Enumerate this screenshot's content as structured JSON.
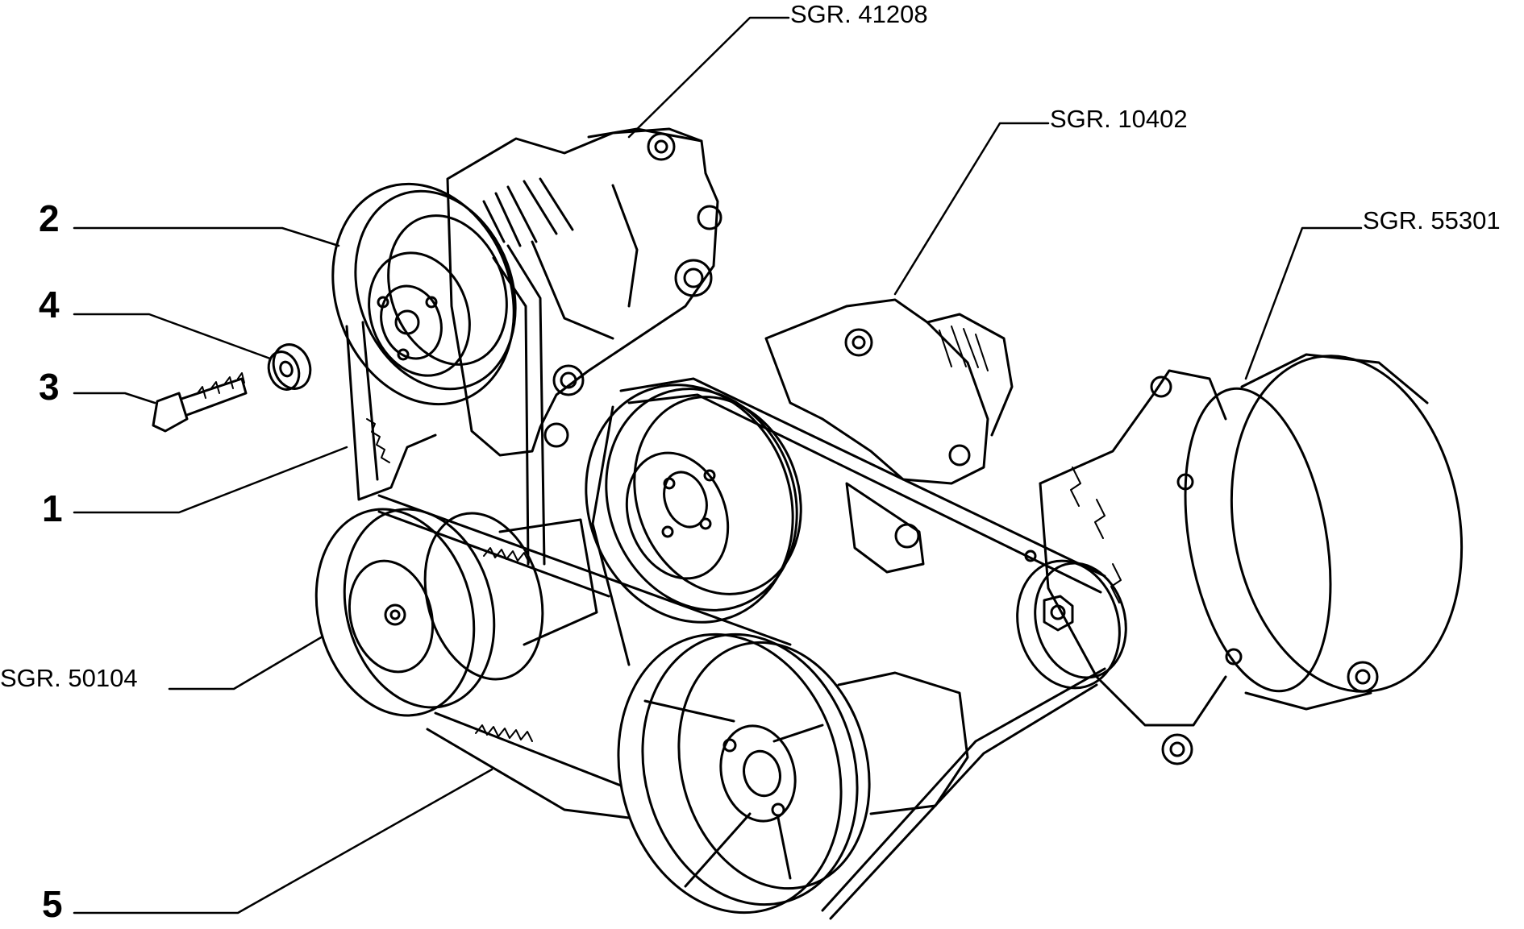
{
  "callouts": {
    "item_2": "2",
    "item_4": "4",
    "item_3": "3",
    "item_1": "1",
    "item_5": "5",
    "sgr_41208": "SGR. 41208",
    "sgr_10402": "SGR. 10402",
    "sgr_55301": "SGR. 55301",
    "sgr_50104": "SGR. 50104"
  },
  "colors": {
    "ink": "#000000",
    "paper": "#ffffff"
  }
}
